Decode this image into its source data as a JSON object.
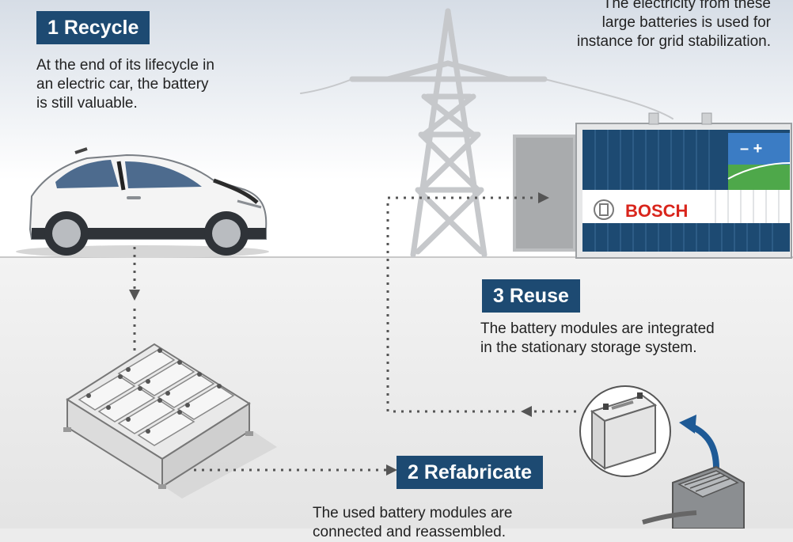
{
  "steps": [
    {
      "title": "1 Recycle",
      "lines": [
        "At the end of its lifecycle in",
        "an electric car, the battery",
        "is still valuable."
      ]
    },
    {
      "title": "2 Refabricate",
      "lines": [
        "The used battery modules are",
        "connected and reassembled."
      ]
    },
    {
      "title": "3 Reuse",
      "lines": [
        "The battery modules are integrated",
        "in the stationary storage system."
      ]
    }
  ],
  "top_note": {
    "lines": [
      "The electricity from these",
      "large batteries is used for",
      "instance for grid stabilization."
    ]
  },
  "brand": "BOSCH",
  "container_badge": "– +",
  "colors": {
    "step_label_bg": "#1d4a72",
    "container_blue": "#1d4a72",
    "brand_red": "#d9251c",
    "arrow": "#555555"
  },
  "icons": [
    "car-icon",
    "battery-pack-icon",
    "battery-module-icon",
    "battery-cell-icon",
    "power-pylon-icon",
    "storage-container-icon",
    "flow-arrow-icon"
  ]
}
